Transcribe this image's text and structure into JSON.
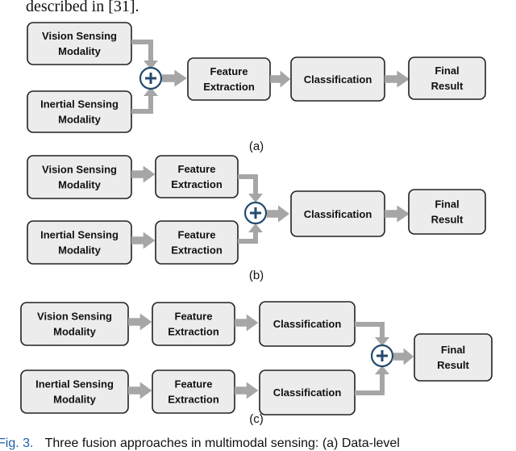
{
  "header_fragment": "described in [31].",
  "diagrams": [
    {
      "sublabel": "(a)",
      "vision_label": "Vision Sensing Modality",
      "inertial_label": "Inertial Sensing Modality",
      "feature_label": "Feature Extraction",
      "classification_label": "Classification",
      "final_label": "Final Result"
    },
    {
      "sublabel": "(b)",
      "vision_label": "Vision Sensing Modality",
      "inertial_label": "Inertial Sensing Modality",
      "feature_top_label": "Feature Extraction",
      "feature_bottom_label": "Feature Extraction",
      "classification_label": "Classification",
      "final_label": "Final Result"
    },
    {
      "sublabel": "(c)",
      "vision_label": "Vision Sensing Modality",
      "inertial_label": "Inertial Sensing Modality",
      "feature_top_label": "Feature Extraction",
      "feature_bottom_label": "Feature Extraction",
      "classification_top_label": "Classification",
      "classification_bottom_label": "Classification",
      "final_label": "Final Result"
    }
  ],
  "caption": {
    "prefix": "Fig. 3.",
    "text": "Three fusion approaches in multimodal sensing: (a) Data-level"
  },
  "colors": {
    "box_fill": "#ececec",
    "box_stroke": "#222222",
    "arrow": "#a6a6a6",
    "fusion_node": "#244a6e",
    "caption": "#1f5fa6"
  }
}
